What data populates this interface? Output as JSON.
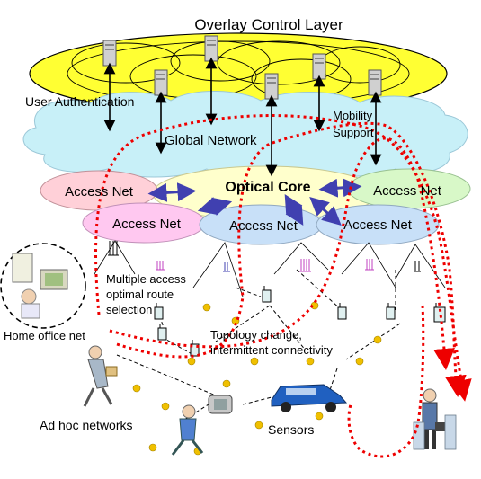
{
  "title": "Overlay Control Layer",
  "labels": {
    "user_auth": "User Authentication",
    "global_network": "Global Network",
    "mobility": "Mobility",
    "support": "Support",
    "optical_core": "Optical Core",
    "access_net": "Access Net",
    "multiple_access": "Multiple access",
    "optimal_route": "optimal route",
    "selection": "selection",
    "home_office": "Home  office net",
    "topology_change": "Topology change,",
    "intermittent": "intermittent connectivity",
    "ad_hoc": "Ad hoc networks",
    "sensors": "Sensors"
  },
  "colors": {
    "overlay_fill": "#ffff33",
    "global_fill": "#c8f0f8",
    "optical_fill": "#ffffcc",
    "access_pink": "#ffd0d8",
    "access_magenta": "#ffc8f0",
    "access_blue": "#c8e0f8",
    "access_green": "#d8f8c8",
    "link_blue": "#4040b0",
    "path_red": "#ee0000",
    "sensor_dot": "#f0c000"
  }
}
